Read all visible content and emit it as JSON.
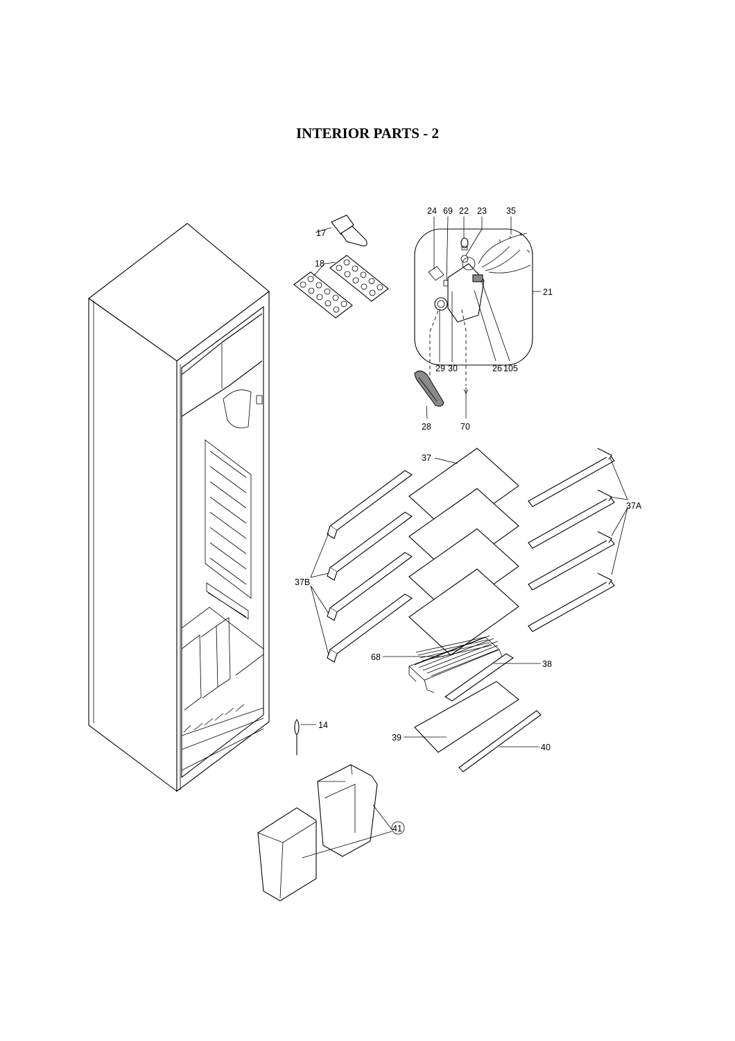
{
  "title": "INTERIOR PARTS - 2",
  "callouts": {
    "p14": "14",
    "p17": "17",
    "p18": "18",
    "p21": "21",
    "p22": "22",
    "p23": "23",
    "p24": "24",
    "p26": "26",
    "p28": "28",
    "p29": "29",
    "p30": "30",
    "p35": "35",
    "p37": "37",
    "p37A": "37A",
    "p37B": "37B",
    "p38": "38",
    "p39": "39",
    "p40": "40",
    "p41": "41",
    "p68": "68",
    "p69": "69",
    "p70": "70",
    "p105": "105"
  }
}
